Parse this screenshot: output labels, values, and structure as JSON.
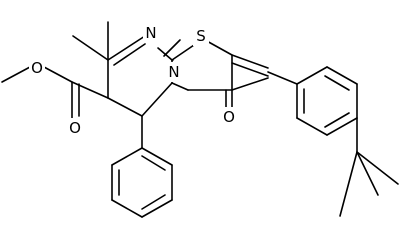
{
  "molecule": {
    "atom_labels": {
      "sulfur": "S",
      "ring_nitrogen_top": "N",
      "ring_nitrogen_bridge": "N",
      "ketone_oxygen": "O",
      "ester_ether_oxygen": "O",
      "ester_carbonyl_oxygen": "O"
    }
  }
}
